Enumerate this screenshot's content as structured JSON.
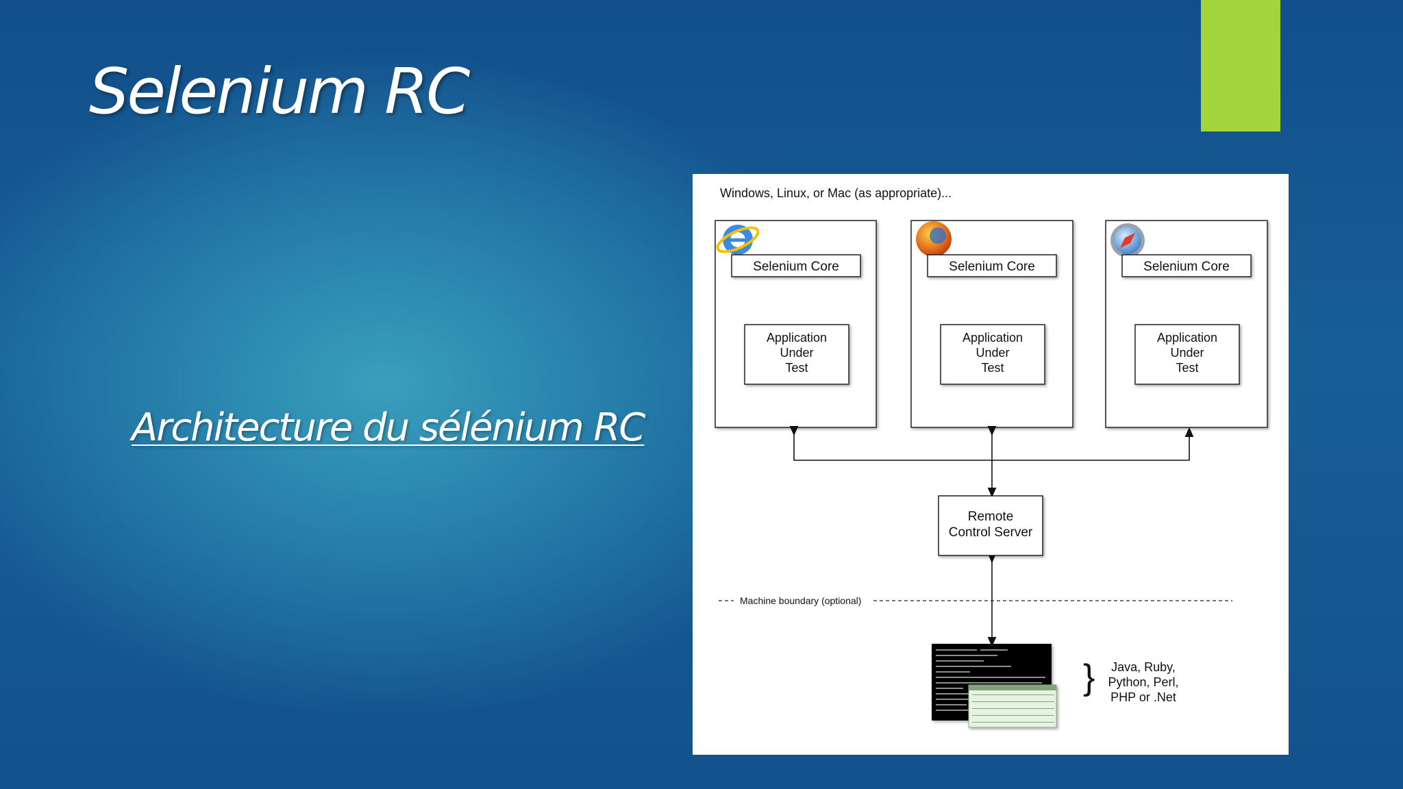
{
  "slide": {
    "title": "Selenium RC",
    "subtitle_link": "Architecture du sélénium RC",
    "accent_color": "#a3d43a"
  },
  "diagram": {
    "header": "Windows, Linux, or Mac (as appropriate)...",
    "browsers": [
      {
        "icon": "internet-explorer-icon",
        "core_label": "Selenium Core",
        "app_lines": [
          "Application",
          "Under",
          "Test"
        ]
      },
      {
        "icon": "firefox-icon",
        "core_label": "Selenium Core",
        "app_lines": [
          "Application",
          "Under",
          "Test"
        ]
      },
      {
        "icon": "safari-icon",
        "core_label": "Selenium Core",
        "app_lines": [
          "Application",
          "Under",
          "Test"
        ]
      }
    ],
    "server_lines": [
      "Remote",
      "Control Server"
    ],
    "boundary_label": "Machine boundary (optional)",
    "languages_lines": [
      "Java, Ruby,",
      "Python, Perl,",
      "PHP or .Net"
    ]
  }
}
